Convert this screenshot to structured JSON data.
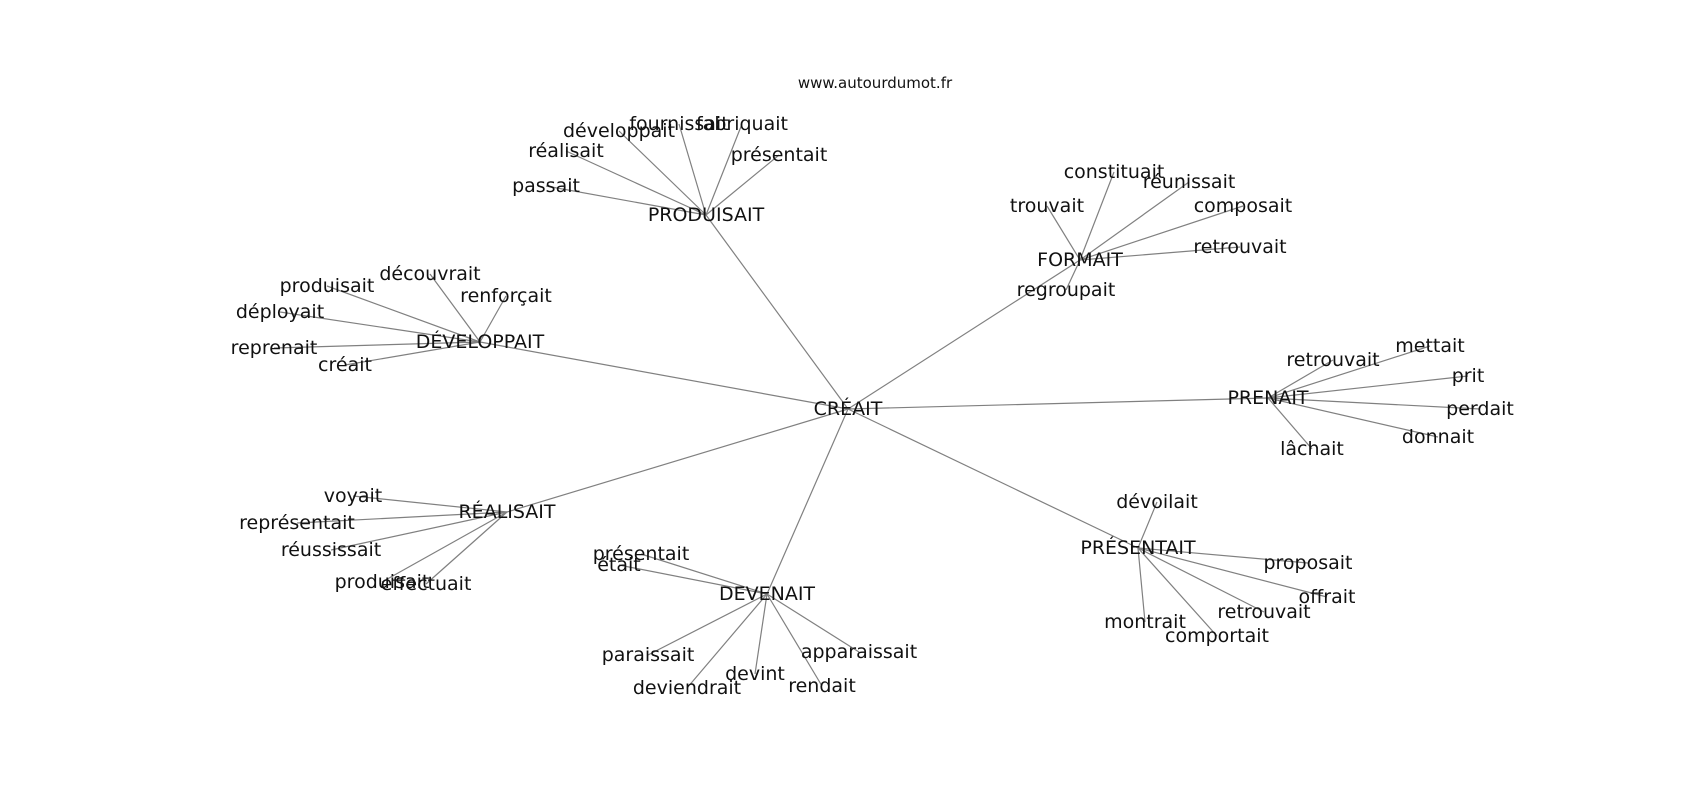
{
  "source": "www.autourdumot.fr",
  "center": {
    "id": "creait",
    "label": "CRÉAIT"
  },
  "hubs": [
    {
      "id": "produisait",
      "label": "PRODUISAIT",
      "leaves": [
        "fournissait",
        "fabriquait",
        "développait",
        "réalisait",
        "présentait",
        "passait"
      ]
    },
    {
      "id": "formait",
      "label": "FORMAIT",
      "leaves": [
        "constituait",
        "réunissait",
        "trouvait",
        "composait",
        "retrouvait",
        "regroupait"
      ]
    },
    {
      "id": "developpait",
      "label": "DÉVELOPPAIT",
      "leaves": [
        "découvrait",
        "produisait",
        "renforçait",
        "déployait",
        "reprenait",
        "créait"
      ]
    },
    {
      "id": "prenait",
      "label": "PRENAIT",
      "leaves": [
        "mettait",
        "retrouvait",
        "prit",
        "perdait",
        "donnait",
        "lâchait"
      ]
    },
    {
      "id": "realisait",
      "label": "RÉALISAIT",
      "leaves": [
        "voyait",
        "représentait",
        "réussissait",
        "produisait",
        "effectuait"
      ]
    },
    {
      "id": "presentait",
      "label": "PRÉSENTAIT",
      "leaves": [
        "dévoilait",
        "proposait",
        "offrait",
        "retrouvait",
        "montrait",
        "comportait"
      ]
    },
    {
      "id": "devenait",
      "label": "DEVENAIT",
      "leaves": [
        "présentait",
        "était",
        "paraissait",
        "apparaissait",
        "devint",
        "rendait",
        "deviendrait"
      ]
    }
  ]
}
